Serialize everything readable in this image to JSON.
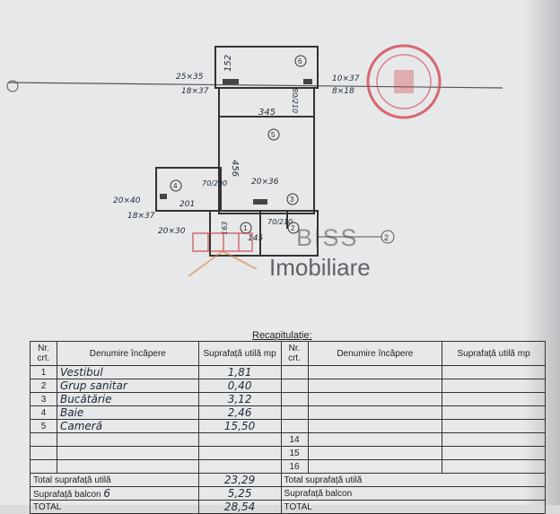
{
  "plan": {
    "dims": {
      "d152": "152",
      "d345": "345",
      "d456": "456",
      "w25x35": "25×35",
      "w10x37": "10×37",
      "w18x37a": "18×37",
      "w8x18": "8×18",
      "w20x40": "20×40",
      "w18x37b": "18×37",
      "w20x30": "20×30",
      "w20x36": "20×36",
      "d201": "201",
      "d70_200": "70/200",
      "d80_210": "80/210",
      "d70_210": "70/210",
      "d163": "163",
      "d145": "145"
    },
    "rooms": [
      "6",
      "5",
      "4",
      "3",
      "1",
      "2"
    ],
    "axis": "2"
  },
  "watermark": {
    "line1": "BISS",
    "line2": "Imobiliare"
  },
  "recap": {
    "title": "Recapitulație:",
    "headers": {
      "nr": "Nr. crt.",
      "name": "Denumire încăpere",
      "area": "Suprafață utilă mp"
    },
    "left_rows": [
      {
        "nr": "1",
        "name": "Vestibul",
        "area": "1,81"
      },
      {
        "nr": "2",
        "name": "Grup sanitar",
        "area": "0,40"
      },
      {
        "nr": "3",
        "name": "Bucătărie",
        "area": "3,12"
      },
      {
        "nr": "4",
        "name": "Baie",
        "area": "2,46"
      },
      {
        "nr": "5",
        "name": "Cameră",
        "area": "15,50"
      },
      {
        "nr": "",
        "name": "",
        "area": ""
      },
      {
        "nr": "",
        "name": "",
        "area": ""
      },
      {
        "nr": "",
        "name": "",
        "area": ""
      }
    ],
    "right_nrs": [
      "",
      "",
      "",
      "",
      "",
      "14",
      "15",
      "16"
    ],
    "totals": [
      {
        "label": "Total suprafață utilă",
        "value": "23,29",
        "right_label": "Total suprafață utilă"
      },
      {
        "label": "Suprafață balcon",
        "mark": "6",
        "value": "5,25",
        "right_label": "Suprafață balcon"
      },
      {
        "label": "TOTAL",
        "value": "28,54",
        "right_label": "TOTAL"
      }
    ]
  }
}
